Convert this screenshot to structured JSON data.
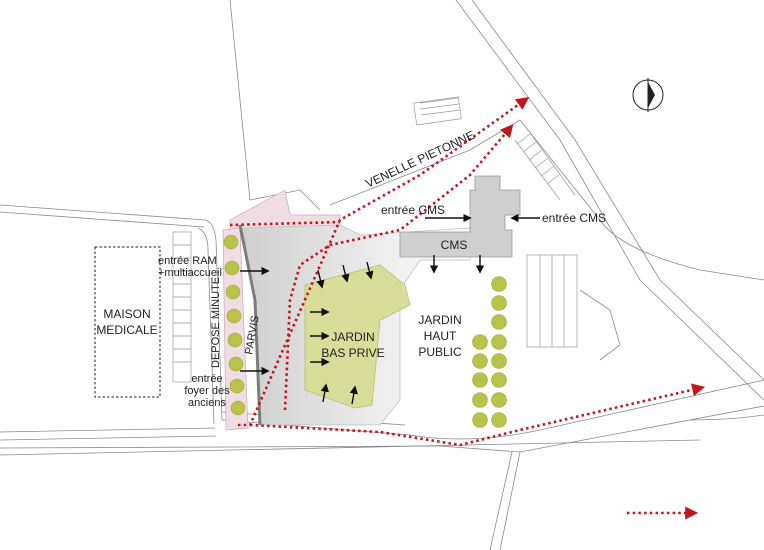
{
  "labels": {
    "maison_medicale_1": "MAISON",
    "maison_medicale_2": "MEDICALE",
    "venelle": "VENELLE PIETONNE",
    "entree_cms_left": "entrée CMS",
    "entree_cms_right": "entrée CMS",
    "cms": "CMS",
    "entree_ram_1": "entrée RAM",
    "entree_ram_2": "+multiaccueil",
    "depose_minute": "DEPOSE MINUTE",
    "parvis": "PARVIS",
    "jardin_bas_1": "JARDIN",
    "jardin_bas_2": "BAS PRIVE",
    "jardin_haut_1": "JARDIN",
    "jardin_haut_2": "HAUT",
    "jardin_haut_3": "PUBLIC",
    "entree_foyer_1": "entrée",
    "entree_foyer_2": "foyer des",
    "entree_foyer_3": "anciens"
  },
  "colors": {
    "garden": "#d8de9a",
    "tree": "#b9c24a",
    "parvis": "#e3e3e3",
    "pink_zone": "#f0dde3",
    "building": "#cfcfcf",
    "pedestrian_path": "#c0161c",
    "street_line": "#8a8a8a"
  },
  "icons": [
    "north-compass-icon",
    "entry-arrow-icon",
    "pedestrian-path-legend-icon"
  ]
}
